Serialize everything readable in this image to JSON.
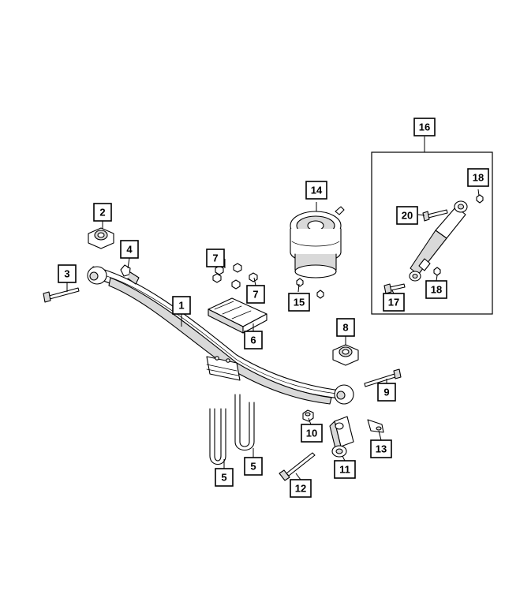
{
  "callouts": [
    {
      "id": "c1",
      "label": "1"
    },
    {
      "id": "c2",
      "label": "2"
    },
    {
      "id": "c3",
      "label": "3"
    },
    {
      "id": "c4",
      "label": "4"
    },
    {
      "id": "c5a",
      "label": "5"
    },
    {
      "id": "c5b",
      "label": "5"
    },
    {
      "id": "c6",
      "label": "6"
    },
    {
      "id": "c7a",
      "label": "7"
    },
    {
      "id": "c7b",
      "label": "7"
    },
    {
      "id": "c8",
      "label": "8"
    },
    {
      "id": "c9",
      "label": "9"
    },
    {
      "id": "c10",
      "label": "10"
    },
    {
      "id": "c11",
      "label": "11"
    },
    {
      "id": "c12",
      "label": "12"
    },
    {
      "id": "c13",
      "label": "13"
    },
    {
      "id": "c14",
      "label": "14"
    },
    {
      "id": "c15",
      "label": "15"
    },
    {
      "id": "c16",
      "label": "16"
    },
    {
      "id": "c17",
      "label": "17"
    },
    {
      "id": "c18a",
      "label": "18"
    },
    {
      "id": "c18b",
      "label": "18"
    },
    {
      "id": "c20",
      "label": "20"
    }
  ],
  "colors": {
    "line": "#000000",
    "background": "#ffffff",
    "shade": "#d9d9d9"
  }
}
